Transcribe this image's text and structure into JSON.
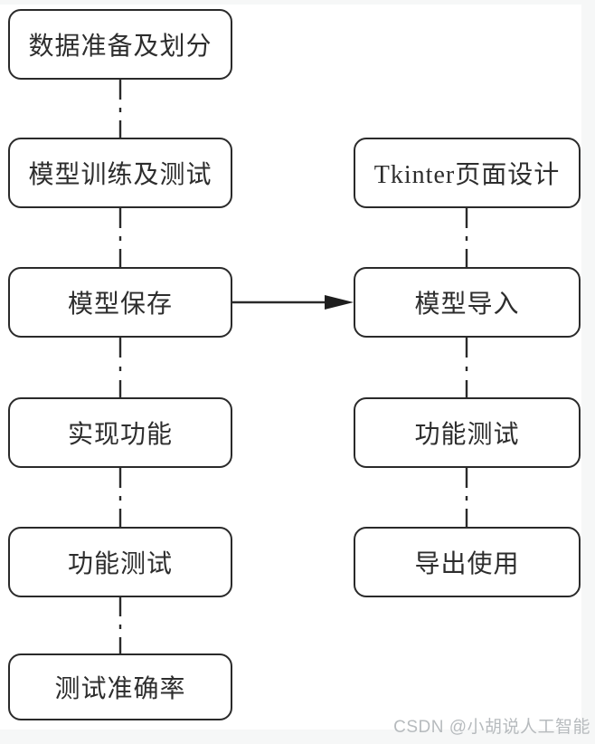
{
  "flowchart": {
    "left_column": [
      {
        "label": "数据准备及划分"
      },
      {
        "label": "模型训练及测试"
      },
      {
        "label": "模型保存"
      },
      {
        "label": "实现功能"
      },
      {
        "label": "功能测试"
      },
      {
        "label": "测试准确率"
      }
    ],
    "right_column": [
      {
        "label": "Tkinter页面设计"
      },
      {
        "label": "模型导入"
      },
      {
        "label": "功能测试"
      },
      {
        "label": "导出使用"
      }
    ],
    "connections": [
      {
        "from": "数据准备及划分",
        "to": "模型训练及测试",
        "style": "dash-dot-vertical"
      },
      {
        "from": "模型训练及测试",
        "to": "模型保存",
        "style": "dash-dot-vertical"
      },
      {
        "from": "模型保存",
        "to": "实现功能",
        "style": "dash-dot-vertical"
      },
      {
        "from": "实现功能",
        "to": "功能测试",
        "style": "dash-dot-vertical"
      },
      {
        "from": "功能测试",
        "to": "测试准确率",
        "style": "dash-dot-vertical"
      },
      {
        "from": "Tkinter页面设计",
        "to": "模型导入",
        "style": "dash-dot-vertical"
      },
      {
        "from": "模型导入",
        "to": "功能测试",
        "style": "dash-dot-vertical"
      },
      {
        "from": "功能测试",
        "to": "导出使用",
        "style": "dash-dot-vertical"
      },
      {
        "from": "模型保存",
        "to": "模型导入",
        "style": "solid-arrow-horizontal"
      }
    ],
    "colors": {
      "stroke": "#2a2a2a",
      "box_fill": "#ffffff",
      "page_background": "#f6f7f7",
      "text": "#2d2d2d"
    }
  },
  "watermark": {
    "text": "CSDN @小胡说人工智能",
    "color": "#b7bbbe"
  }
}
